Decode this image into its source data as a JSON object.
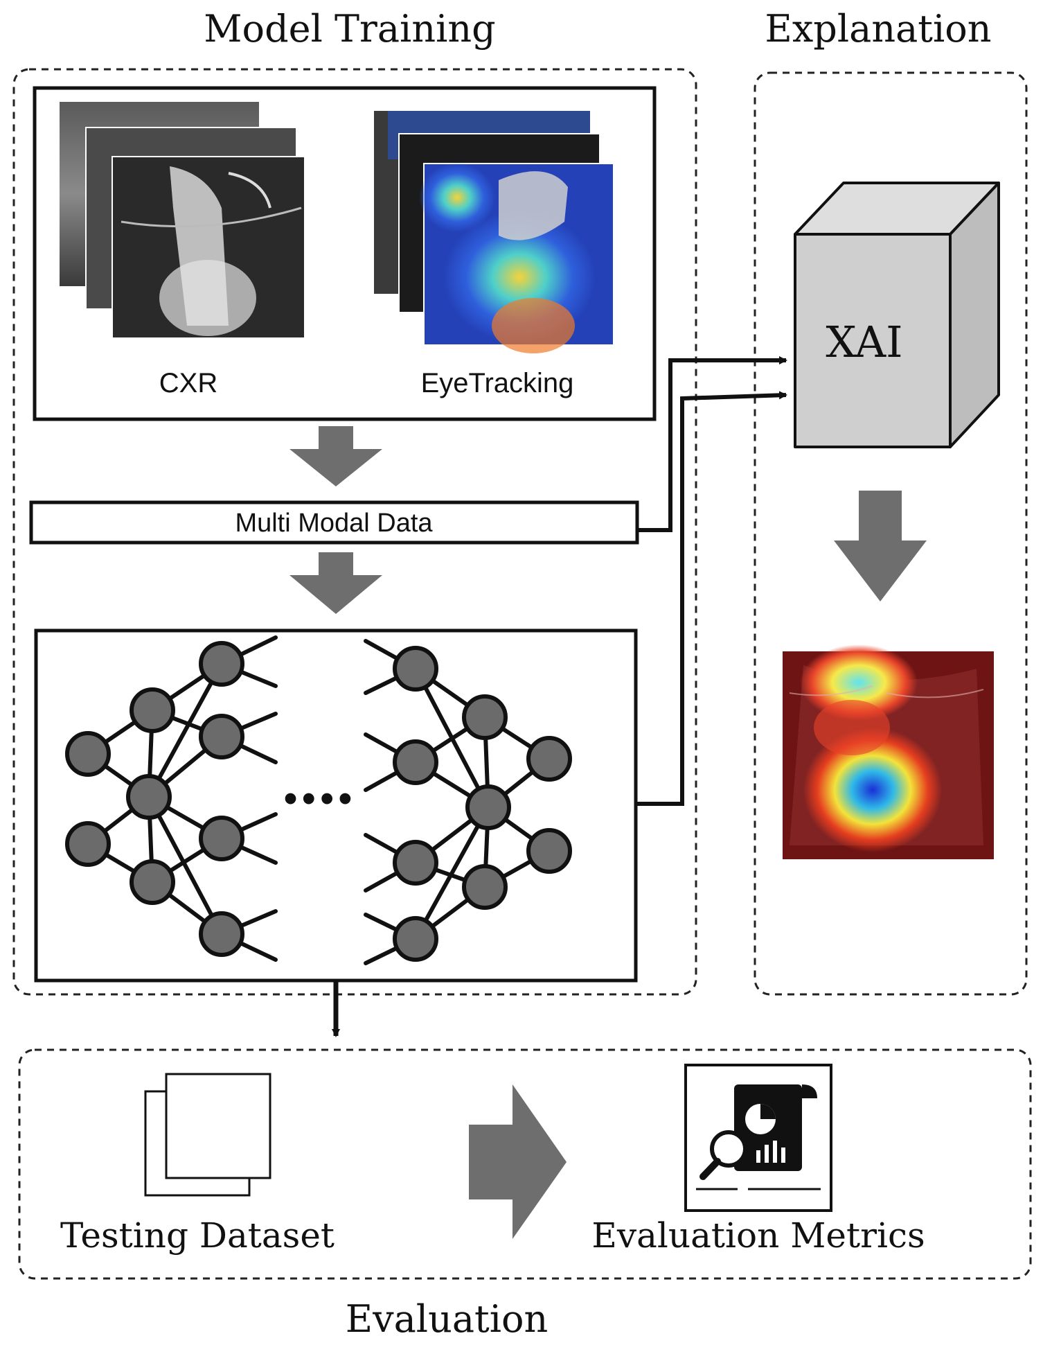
{
  "sections": {
    "model_training": {
      "title": "Model Training"
    },
    "explanation": {
      "title": "Explanation"
    },
    "evaluation": {
      "title": "Evaluation"
    }
  },
  "inputs": {
    "cxr_label": "CXR",
    "eyetracking_label": "EyeTracking"
  },
  "multimodal_label": "Multi Modal Data",
  "neural_network": {
    "ellipsis": "••••"
  },
  "xai": {
    "label": "XAI"
  },
  "evaluation": {
    "testing_dataset_label": "Testing Dataset",
    "evaluation_metrics_label": "Evaluation Metrics"
  },
  "colors": {
    "node_fill": "#6b6b6b",
    "arrow_fill": "#6e6e6e",
    "cube_front": "#cfcfcf",
    "cube_side": "#bdbdbd",
    "cube_top": "#dedede",
    "line": "#111111"
  }
}
